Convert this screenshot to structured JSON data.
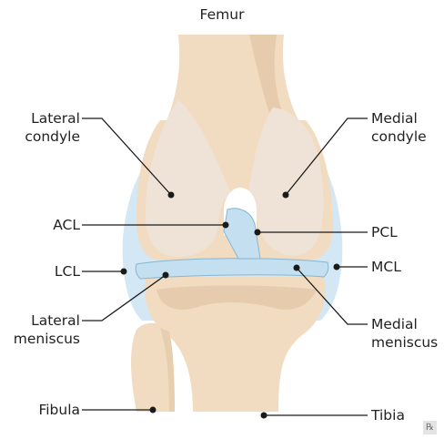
{
  "diagram": {
    "colors": {
      "bone": "#f1dcc1",
      "bone_shade": "#dcbf9b",
      "cartilage": "#efe2d6",
      "capsule": "#d2e6f3",
      "ligament": "#c3dff0",
      "ligament_edge": "#86b6d2",
      "leader": "#1a1a1a"
    },
    "labels": {
      "femur": "Femur",
      "lateral_condyle": [
        "Lateral",
        "condyle"
      ],
      "medial_condyle": [
        "Medial",
        "condyle"
      ],
      "acl": "ACL",
      "pcl": "PCL",
      "lcl": "LCL",
      "mcl": "MCL",
      "lateral_meniscus": [
        "Lateral",
        "meniscus"
      ],
      "medial_meniscus": [
        "Medial",
        "meniscus"
      ],
      "fibula": "Fibula",
      "tibia": "Tibia"
    },
    "badge": "℞"
  }
}
